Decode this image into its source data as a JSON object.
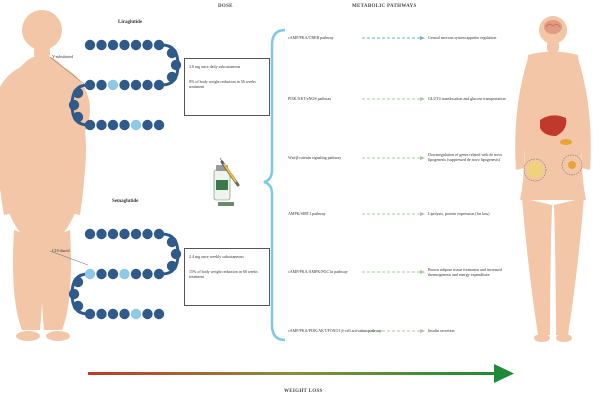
{
  "headers": {
    "dose": "DOSE",
    "pathways": "METABOLIC PATHWAYS"
  },
  "drugs": [
    {
      "name": "Liraglutide",
      "residue_label": "Y-substituted",
      "dose_lines": [
        "3.0 mg once daily subcutaneous",
        "8% of body weight reduction in 56 weeks treatment"
      ]
    },
    {
      "name": "Semaglutide",
      "residue_label": "C18 diacid",
      "dose_lines": [
        "2.4 mg once weekly subcutaneous",
        "15% of body weight reduction in 68 weeks treatment"
      ]
    }
  ],
  "pathways": [
    {
      "name": "cAMP/PKA/CREB pathway",
      "effect": "Central nervous system appetite regulation"
    },
    {
      "name": "PI3K/AKT/eNOS pathway",
      "effect": "GLUT4 translocation and glucose transportation"
    },
    {
      "name": "Wnt/β-catenin signaling pathway",
      "effect": "Downregulation of genes related with de novo lipogenesis (suppressed de novo lipogenesis)"
    },
    {
      "name": "AMPK/SIRT1 pathway",
      "effect": "Lipolysis, protein expression (fat loss)"
    },
    {
      "name": "cAMP/PKA/AMPK/PGC1α pathway",
      "effect": "Brown adipose tissue formation and increased thermogenesis and energy expenditure"
    },
    {
      "name": "cAMP/PKA/PI3K/AKT/FOXO1 β-cell activation pathway",
      "effect": "Insulin secretion"
    }
  ],
  "footer": {
    "weight_loss": "WEIGHT LOSS"
  },
  "colors": {
    "body": "#f2c6a6",
    "bead": "#2f5a8a",
    "bead_light": "#8ec9e8",
    "arrow_start": "#c0392b",
    "arrow_end": "#1e8a3a",
    "dashes": [
      "#6fb3c8",
      "#a7c8a0",
      "#a7c8a0",
      "#a7c8a0",
      "#a7c8a0",
      "#a7c8a0"
    ],
    "brace": "#7fc7e6",
    "liver": "#c0392b"
  }
}
